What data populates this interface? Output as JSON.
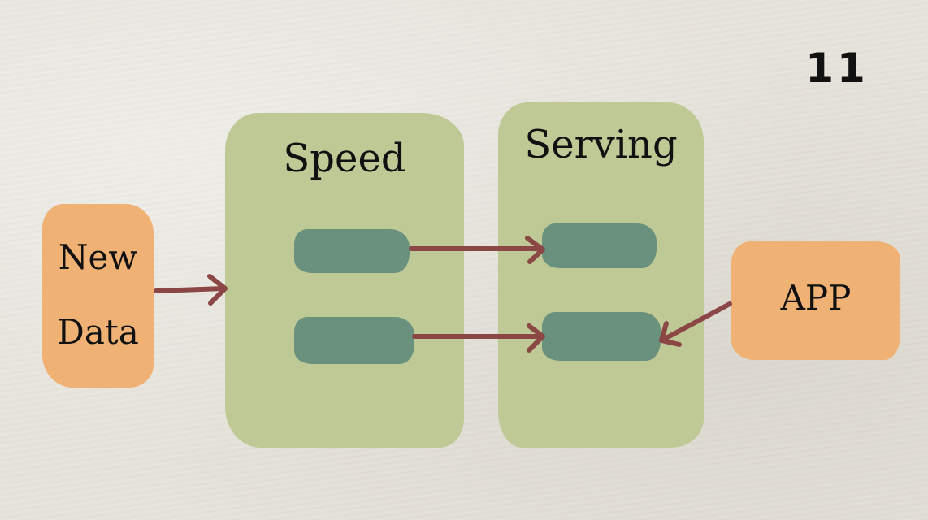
{
  "slide": {
    "number": "11"
  },
  "diagram": {
    "nodes": {
      "new_data": {
        "line1": "New",
        "line2": "Data"
      },
      "speed": {
        "title": "Speed"
      },
      "serving": {
        "title": "Serving"
      },
      "app": {
        "label": "APP"
      }
    },
    "edges": [
      {
        "from": "new_data",
        "to": "speed"
      },
      {
        "from": "speed.slot1",
        "to": "serving.slot1"
      },
      {
        "from": "speed.slot2",
        "to": "serving.slot2"
      },
      {
        "from": "app",
        "to": "serving.slot2"
      }
    ]
  },
  "colors": {
    "background": "#e6e3db",
    "panel": "#bec996",
    "slot": "#69917d",
    "box": "#efb274",
    "arrow": "#8b4646"
  }
}
